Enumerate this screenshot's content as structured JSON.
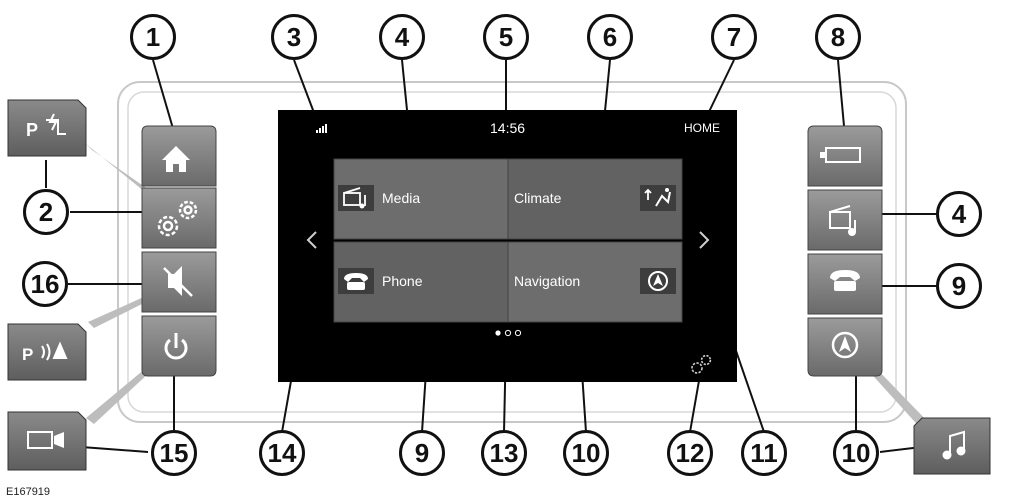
{
  "screen": {
    "time": "14:56",
    "home_label": "HOME"
  },
  "tiles": [
    {
      "label": "Media",
      "icon": "media-clapper-note-icon"
    },
    {
      "label": "Climate",
      "icon": "climate-seat-airflow-icon"
    },
    {
      "label": "Phone",
      "icon": "phone-handset-icon"
    },
    {
      "label": "Navigation",
      "icon": "navigation-arrow-icon"
    }
  ],
  "left_buttons": [
    {
      "icon": "home-icon"
    },
    {
      "icon": "gears-icon"
    },
    {
      "icon": "speaker-mute-icon"
    },
    {
      "icon": "power-icon"
    }
  ],
  "right_buttons": [
    {
      "icon": "battery-icon"
    },
    {
      "icon": "media-clapper-note-icon"
    },
    {
      "icon": "phone-handset-icon"
    },
    {
      "icon": "navigation-arrow-icon"
    }
  ],
  "side_buttons": [
    {
      "icon": "park-assist-icon",
      "label": "P"
    },
    {
      "icon": "parking-sensor-icon",
      "label": "P"
    },
    {
      "icon": "camera-icon"
    },
    {
      "icon": "music-note-icon"
    }
  ],
  "callouts": [
    "1",
    "2",
    "3",
    "4",
    "5",
    "6",
    "7",
    "8",
    "4",
    "16",
    "9",
    "15",
    "14",
    "9",
    "13",
    "10",
    "12",
    "11",
    "10"
  ],
  "reference": "E167919",
  "colors": {
    "screen": "#000000",
    "tile": "#6d6d6d",
    "button": "#7f7f7f",
    "callout_stroke": "#111111"
  }
}
